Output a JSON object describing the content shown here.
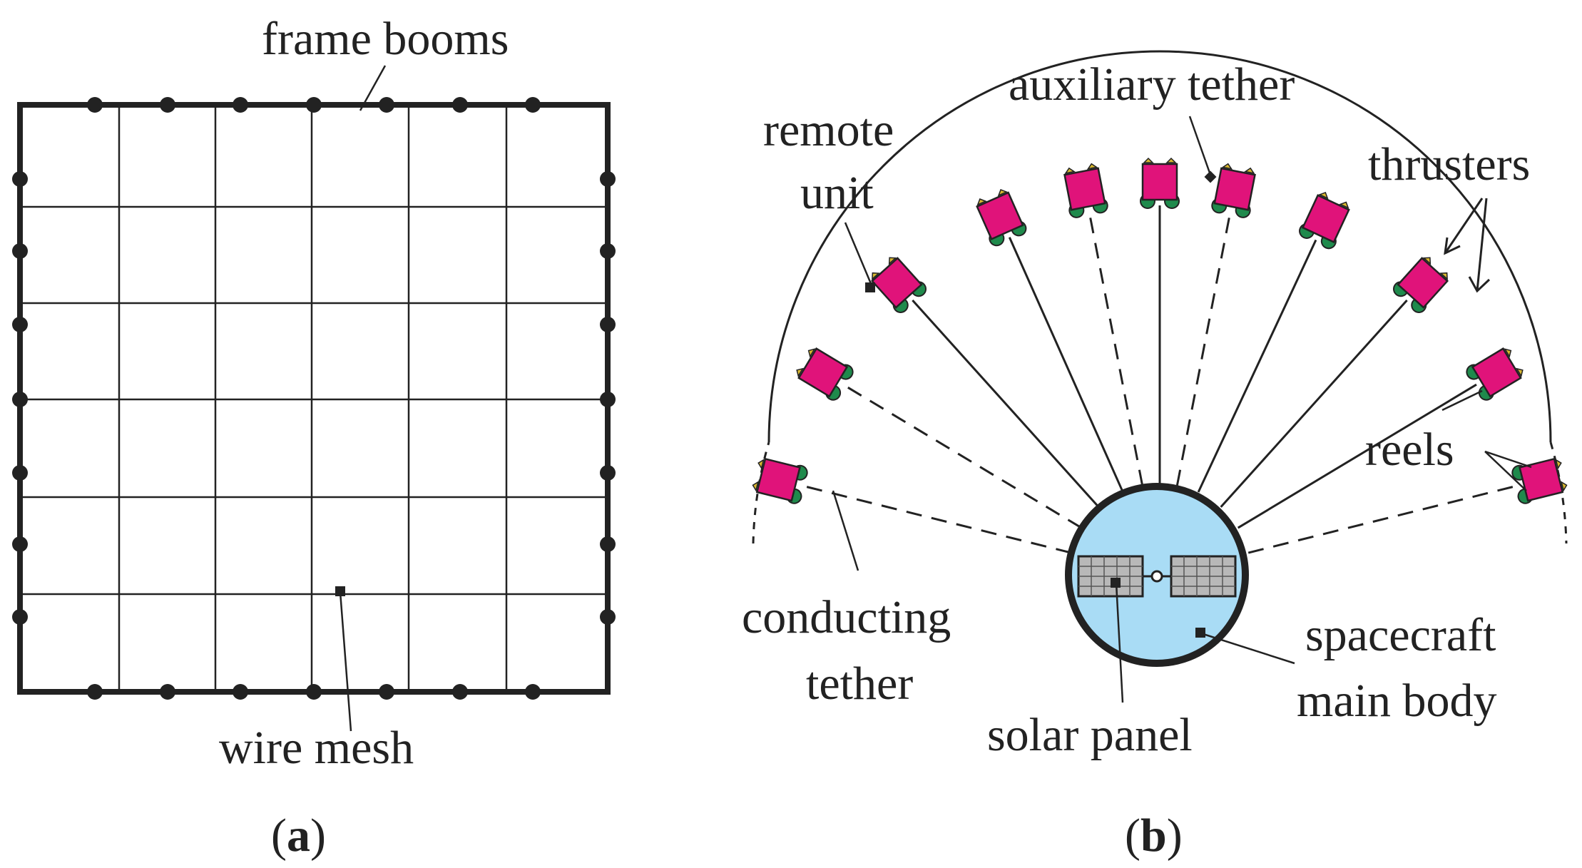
{
  "panel_a": {
    "labels": {
      "frame_booms": "frame booms",
      "wire_mesh": "wire mesh"
    },
    "caption_letter": "a"
  },
  "panel_b": {
    "labels": {
      "auxiliary_tether": "auxiliary tether",
      "remote_unit_line1": "remote",
      "remote_unit_line2": "unit",
      "thrusters": "thrusters",
      "reels": "reels",
      "conducting_tether_line1": "conducting",
      "conducting_tether_line2": "tether",
      "spacecraft_main_body_line1": "spacecraft",
      "spacecraft_main_body_line2": "main body",
      "solar_panel": "solar panel"
    },
    "caption_letter": "b"
  },
  "colors": {
    "line": "#222222",
    "remote_unit": "#e0137a",
    "reel": "#1f8a4c",
    "thruster": "#d8b830",
    "main_body": "#a9dcf5",
    "solar_panel": "#b8b8b8"
  }
}
